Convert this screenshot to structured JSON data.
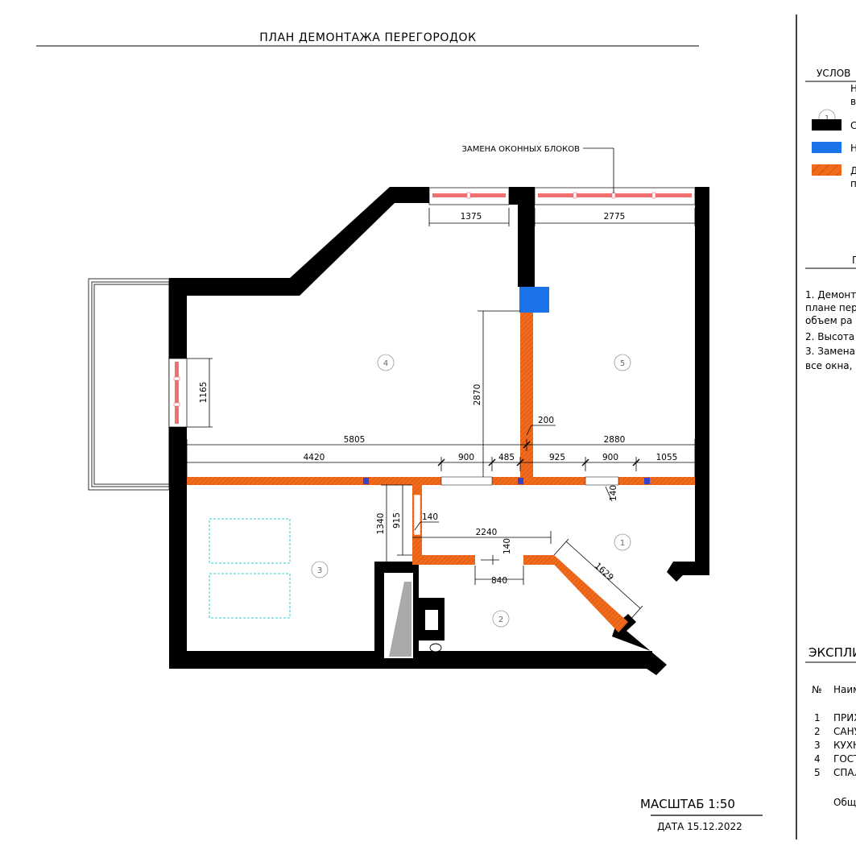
{
  "drawing": {
    "title": "ПЛАН ДЕМОНТАЖА ПЕРЕГОРОДОК",
    "window_note": "ЗАМЕНА ОКОННЫХ БЛОКОВ",
    "scale": "МАСШТАБ 1:50",
    "date": "ДАТА 15.12.2022"
  },
  "dimensions": {
    "d1375": "1375",
    "d2775": "2775",
    "d1165": "1165",
    "d2870": "2870",
    "d200": "200",
    "d5805": "5805",
    "d2880": "2880",
    "d4420": "4420",
    "d900a": "900",
    "d485": "485",
    "d925": "925",
    "d900b": "900",
    "d1055": "1055",
    "d140a": "140",
    "d1340": "1340",
    "d915": "915",
    "d140b": "140",
    "d2240": "2240",
    "d140c": "140",
    "d840": "840",
    "d1629": "1629"
  },
  "rooms": [
    "1",
    "2",
    "3",
    "4",
    "5"
  ],
  "legend": {
    "title_partial": "УСЛОВ",
    "item1_marker": "1",
    "item1_text": [
      "Н",
      "в"
    ],
    "item2_text": "С",
    "item3_text": "Н",
    "item4_text": [
      "Д",
      "п"
    ]
  },
  "notes": {
    "title_partial": "П",
    "lines": [
      "1. Демонт",
      "плане пер",
      "объем ра",
      "2. Высота",
      "3. Замена",
      "все окна,"
    ]
  },
  "explication": {
    "title_partial": "ЭКСПЛИ",
    "header_no": "№",
    "header_name": "Наим",
    "rows": [
      {
        "no": "1",
        "name": "ПРИХ"
      },
      {
        "no": "2",
        "name": "САНУ"
      },
      {
        "no": "3",
        "name": "КУХН"
      },
      {
        "no": "4",
        "name": "ГОСТ"
      },
      {
        "no": "5",
        "name": "СПАЛ"
      }
    ],
    "total_partial": "Общ"
  },
  "colors": {
    "wall": "#000000",
    "demolish": "#f26b1d",
    "new_partition": "#1a73e8",
    "window_glass": "#f07070",
    "fixture_outline": "#33cccc"
  }
}
